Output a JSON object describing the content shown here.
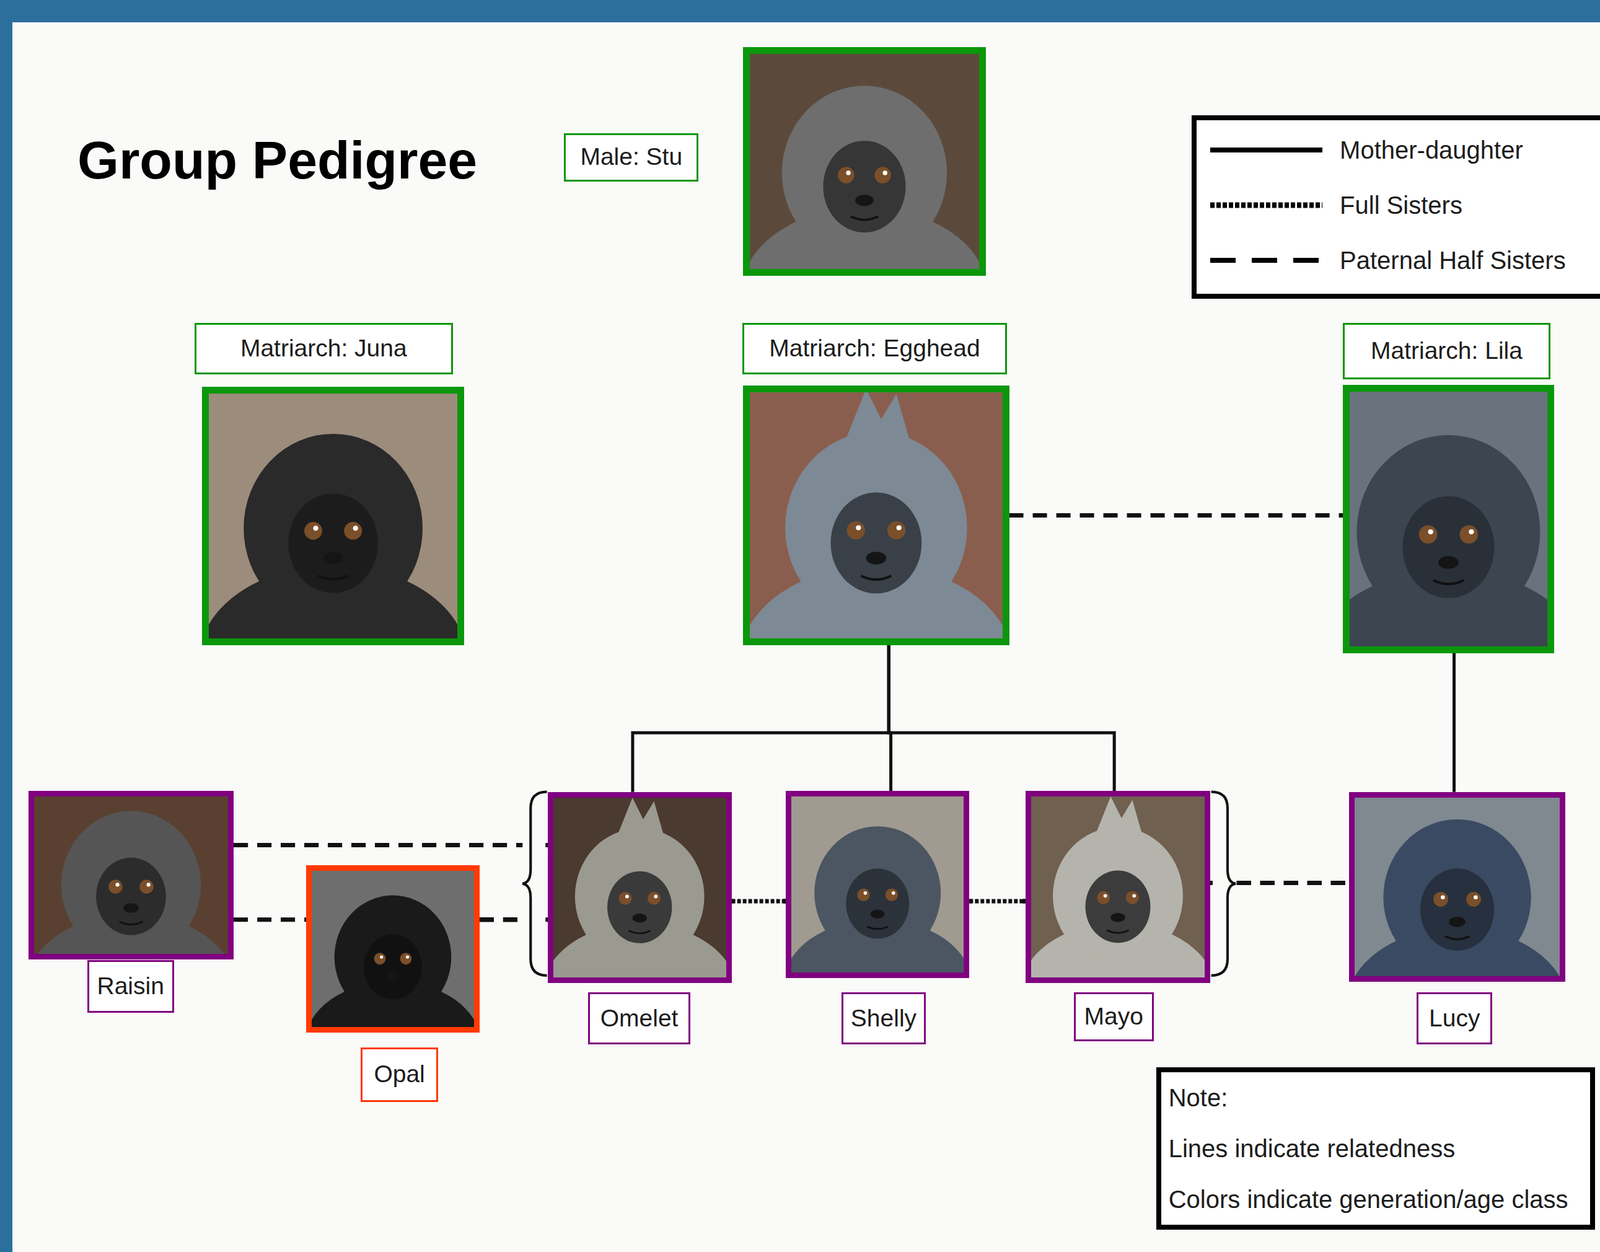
{
  "diagram": {
    "title": "Group Pedigree",
    "nodes": [
      {
        "text": [
          "Male: Stu"
        ]
      },
      {
        "text": [
          "Matriarch: Juna"
        ]
      },
      {
        "text": [
          "Matriarch: Egghead"
        ]
      },
      {
        "text": [
          "Matriarch: Lila"
        ]
      },
      {
        "text": [
          "Raisin"
        ]
      },
      {
        "text": [
          "Opal"
        ]
      },
      {
        "text": [
          "Omelet"
        ]
      },
      {
        "text": [
          "Shelly"
        ]
      },
      {
        "text": [
          "Mayo"
        ]
      },
      {
        "text": [
          "Lucy"
        ]
      },
      {
        "text": [
          "Note:",
          "Lines indicate relatedness",
          "Colors indicate generation/age class"
        ]
      }
    ],
    "edges": [
      {
        "from": 2,
        "to": 3,
        "arrow": "none"
      },
      {
        "from": 2,
        "to": 6,
        "arrow": "none"
      },
      {
        "from": 2,
        "to": 7,
        "arrow": "none"
      },
      {
        "from": 2,
        "to": 8,
        "arrow": "none"
      },
      {
        "from": 3,
        "to": 9,
        "arrow": "none"
      },
      {
        "from": 6,
        "to": 7,
        "arrow": "none"
      },
      {
        "from": 7,
        "to": 8,
        "arrow": "none"
      },
      {
        "from": 4,
        "to": 5,
        "arrow": "none"
      },
      {
        "from": 4,
        "to": 6,
        "arrow": "none"
      },
      {
        "from": 4,
        "to": 7,
        "arrow": "none"
      },
      {
        "from": 4,
        "to": 8,
        "arrow": "none"
      },
      {
        "from": 5,
        "to": 6,
        "arrow": "none"
      },
      {
        "from": 5,
        "to": 7,
        "arrow": "none"
      },
      {
        "from": 5,
        "to": 8,
        "arrow": "none"
      },
      {
        "from": 6,
        "to": 9,
        "arrow": "none"
      },
      {
        "from": 7,
        "to": 9,
        "arrow": "none"
      },
      {
        "from": 8,
        "to": 9,
        "arrow": "none"
      }
    ],
    "legend": [
      {
        "text": "Mother-daughter"
      },
      {
        "text": "Full Sisters"
      },
      {
        "text": "Paternal Half Sisters"
      }
    ]
  }
}
